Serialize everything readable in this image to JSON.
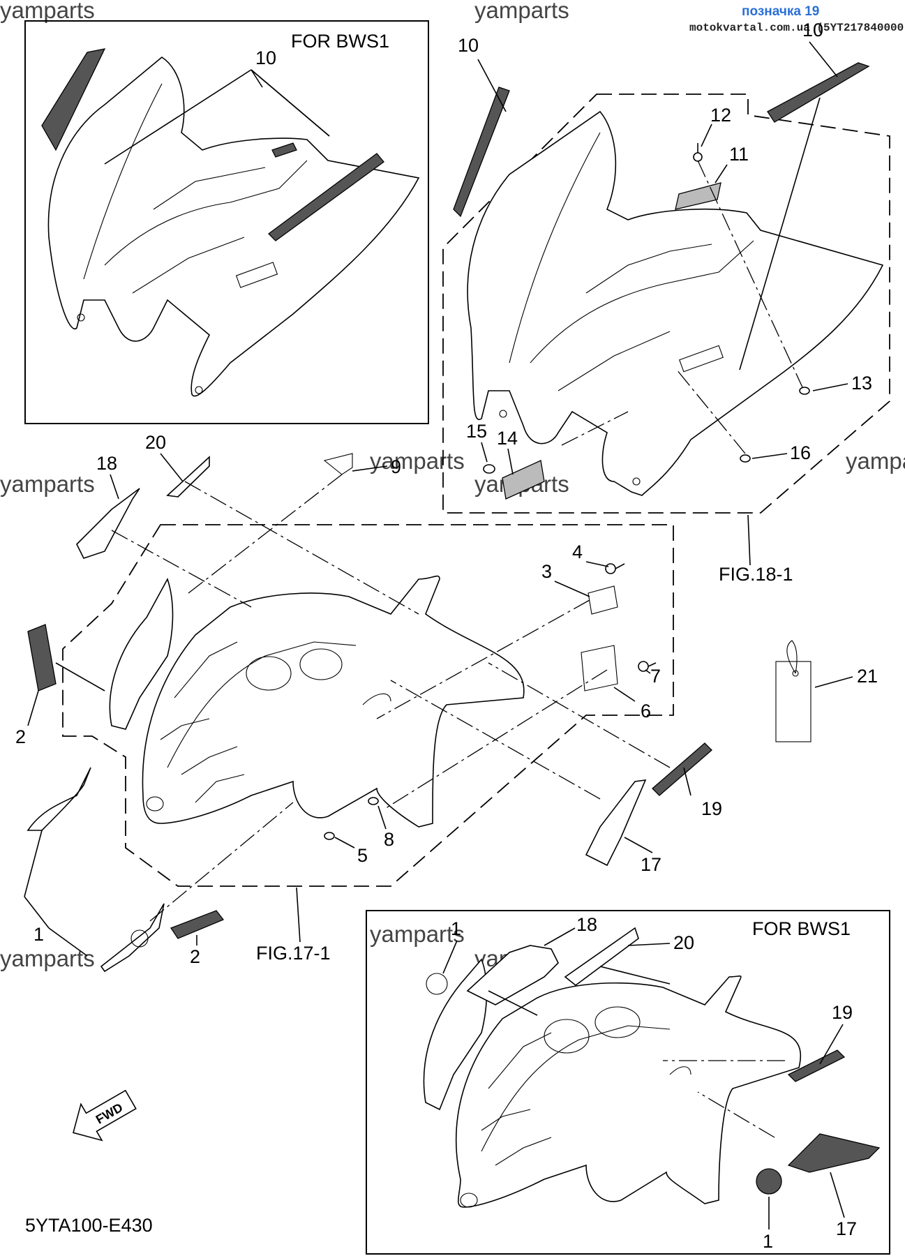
{
  "header": {
    "page_label": "позначка 19",
    "site": "motokvartal.com.ua (5YT217840000)"
  },
  "watermarks": [
    "yamparts",
    "yamparts",
    "yamparts",
    "yamparts",
    "yamparts",
    "yamparts",
    "yamparts",
    "yamparts",
    "yamp"
  ],
  "insets": {
    "top_left_title": "FOR BWS1",
    "bottom_right_title": "FOR BWS1"
  },
  "figure_refs": {
    "fig18": "FIG.18-1",
    "fig17": "FIG.17-1"
  },
  "callouts": {
    "c10_left": "10",
    "c10_mid": "10",
    "c10_right": "10",
    "c12": "12",
    "c11": "11",
    "c13": "13",
    "c16": "16",
    "c15": "15",
    "c14": "14",
    "c9": "9",
    "c18": "18",
    "c20": "20",
    "c4": "4",
    "c3": "3",
    "c7": "7",
    "c6": "6",
    "c21": "21",
    "c2_left": "2",
    "c19": "19",
    "c8": "8",
    "c5": "5",
    "c17": "17",
    "c1_left": "1",
    "c2_bottom": "2",
    "c1_inset_top": "1",
    "c18_inset": "18",
    "c20_inset": "20",
    "c19_inset": "19",
    "c1_inset_bottom": "1",
    "c17_inset": "17"
  },
  "fwd_label": "FWD",
  "diagram_code": "5YTA100-E430"
}
